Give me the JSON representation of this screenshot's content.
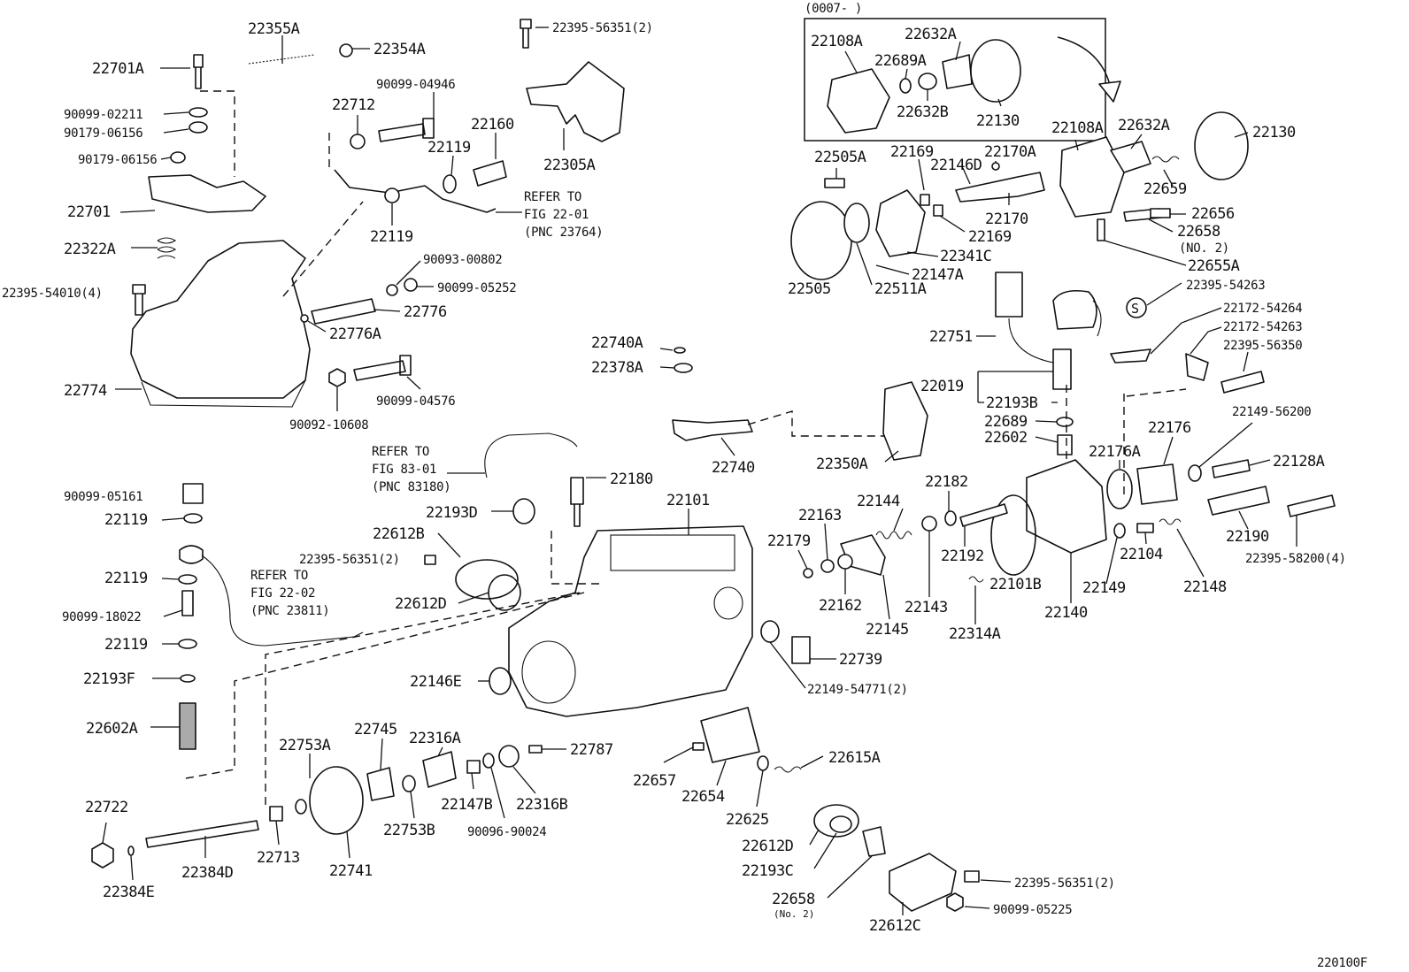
{
  "diagram": {
    "figure_code": "220100F",
    "inset_header": "(0007-      )",
    "labels": {
      "p22355A": "22355A",
      "p22354A": "22354A",
      "p22701A": "22701A",
      "p90099_02211": "90099-02211",
      "p90179_06156a": "90179-06156",
      "p90179_06156b": "90179-06156",
      "p22701": "22701",
      "p22322A": "22322A",
      "p22395_54010": "22395-54010(4)",
      "p22774": "22774",
      "p22712": "22712",
      "p90099_04946": "90099-04946",
      "p22119a": "22119",
      "p22119b": "22119",
      "p22160": "22160",
      "p22395_56351a": "22395-56351(2)",
      "p22305A": "22305A",
      "p90093_00802": "90093-00802",
      "p90099_05252": "90099-05252",
      "p22776": "22776",
      "p22776A": "22776A",
      "p90092_10608": "90092-10608",
      "p90099_04576": "90099-04576",
      "p22108A_in": "22108A",
      "p22632A_in": "22632A",
      "p22689A": "22689A",
      "p22632B": "22632B",
      "p22130_in": "22130",
      "p22108A": "22108A",
      "p22632A": "22632A",
      "p22130": "22130",
      "p22505A": "22505A",
      "p22169a": "22169",
      "p22146D": "22146D",
      "p22170A": "22170A",
      "p22170": "22170",
      "p22169b": "22169",
      "p22341C": "22341C",
      "p22147A": "22147A",
      "p22511A": "22511A",
      "p22505": "22505",
      "p22659": "22659",
      "p22656": "22656",
      "p22658a": "22658",
      "p22658a_no": "(NO. 2)",
      "p22655A": "22655A",
      "p22395_54263": "22395-54263",
      "p22172_54264": "22172-54264",
      "p22172_54263": "22172-54263",
      "p22395_56350": "22395-56350",
      "p22751": "22751",
      "p22019": "22019",
      "p22193B": "22193B",
      "p22689": "22689",
      "p22602": "22602",
      "p22350A": "22350A",
      "p22740A": "22740A",
      "p22378A": "22378A",
      "p22740": "22740",
      "p22149_56200": "22149-56200",
      "p22176": "22176",
      "p22176A": "22176A",
      "p22128A": "22128A",
      "p22190": "22190",
      "p22395_58200": "22395-58200(4)",
      "p22104": "22104",
      "p22149": "22149",
      "p22148": "22148",
      "p22140": "22140",
      "p22101B": "22101B",
      "p22314A": "22314A",
      "p22192": "22192",
      "p22182": "22182",
      "p22144": "22144",
      "p22163": "22163",
      "p22179": "22179",
      "p22162": "22162",
      "p22143": "22143",
      "p22145": "22145",
      "p90099_05161": "90099-05161",
      "p22119c": "22119",
      "p22119d": "22119",
      "p90099_18022": "90099-18022",
      "p22119e": "22119",
      "p22193F": "22193F",
      "p22602A": "22602A",
      "p22193D": "22193D",
      "p22180": "22180",
      "p22612B": "22612B",
      "p22395_56351b": "22395-56351(2)",
      "p22612D": "22612D",
      "p22101": "22101",
      "p22146E": "22146E",
      "p22739": "22739",
      "p22149_54771": "22149-54771(2)",
      "p22745": "22745",
      "p22753A": "22753A",
      "p22316A": "22316A",
      "p22787": "22787",
      "p22657": "22657",
      "p22654": "22654",
      "p22615A": "22615A",
      "p22625": "22625",
      "p22147B": "22147B",
      "p22316B": "22316B",
      "p90096_90024": "90096-90024",
      "p22753B": "22753B",
      "p22722": "22722",
      "p22384D": "22384D",
      "p22713": "22713",
      "p22741": "22741",
      "p22384E": "22384E",
      "p22612D_b": "22612D",
      "p22193C": "22193C",
      "p22658b": "22658",
      "p22658b_no": "(No. 2)",
      "p22612C": "22612C",
      "p22395_56351c": "22395-56351(2)",
      "p90099_05225": "90099-05225",
      "s_marker": "S"
    },
    "references": {
      "r1_line1": "REFER TO",
      "r1_line2": "FIG 22-01",
      "r1_line3": "(PNC 23764)",
      "r2_line1": "REFER TO",
      "r2_line2": "FIG 83-01",
      "r2_line3": "(PNC 83180)",
      "r3_line1": "REFER TO",
      "r3_line2": "FIG 22-02",
      "r3_line3": "(PNC 23811)"
    }
  }
}
